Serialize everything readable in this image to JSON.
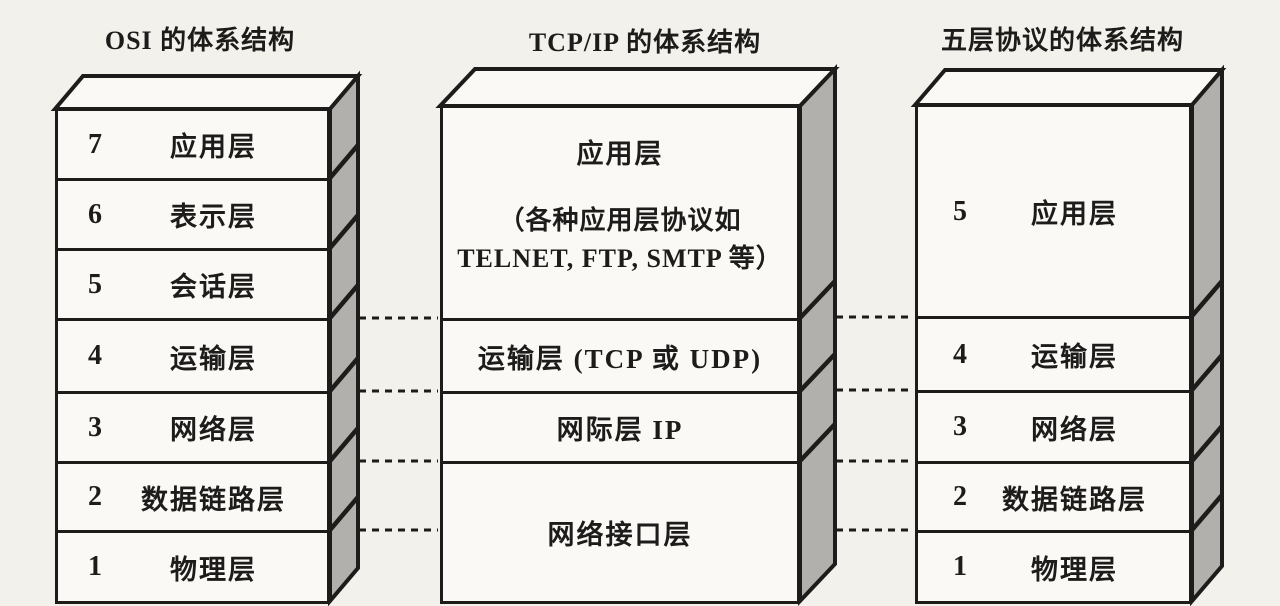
{
  "diagram": {
    "background_color": "#f3f1ec",
    "line_color": "#1d1c1a",
    "side_face_color": "#b2b0ad",
    "front_face_color": "#faf9f6"
  },
  "columns": [
    {
      "title": "OSI 的体系结构",
      "layers": [
        {
          "num": "7",
          "label": "应用层"
        },
        {
          "num": "6",
          "label": "表示层"
        },
        {
          "num": "5",
          "label": "会话层"
        },
        {
          "num": "4",
          "label": "运输层"
        },
        {
          "num": "3",
          "label": "网络层"
        },
        {
          "num": "2",
          "label": "数据链路层"
        },
        {
          "num": "1",
          "label": "物理层"
        }
      ]
    },
    {
      "title": "TCP/IP 的体系结构",
      "layers": [
        {
          "label": "应用层",
          "sub1": "（各种应用层协议如",
          "sub2": "TELNET, FTP, SMTP 等）"
        },
        {
          "label": "运输层 (TCP 或 UDP)"
        },
        {
          "label": "网际层 IP"
        },
        {
          "label": "网络接口层"
        }
      ]
    },
    {
      "title": "五层协议的体系结构",
      "layers": [
        {
          "num": "5",
          "label": "应用层"
        },
        {
          "num": "4",
          "label": "运输层"
        },
        {
          "num": "3",
          "label": "网络层"
        },
        {
          "num": "2",
          "label": "数据链路层"
        },
        {
          "num": "1",
          "label": "物理层"
        }
      ]
    }
  ]
}
